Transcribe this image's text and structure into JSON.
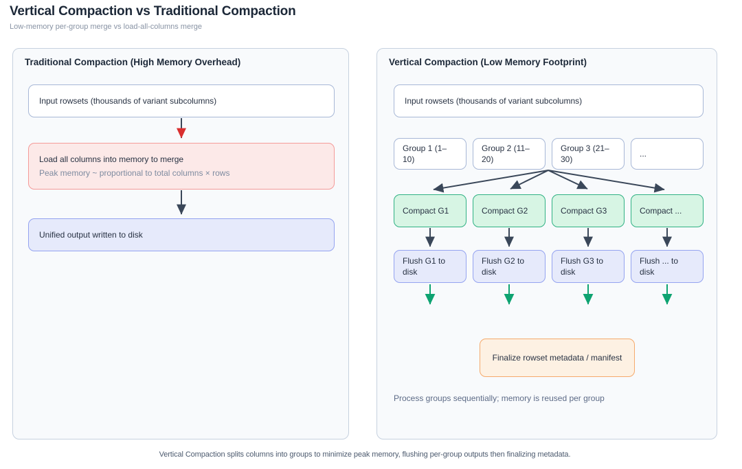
{
  "header": {
    "title": "Vertical Compaction vs Traditional Compaction",
    "subtitle": "Low-memory per-group merge vs load-all-columns merge"
  },
  "traditional": {
    "title": "Traditional Compaction (High Memory Overhead)",
    "input": "Input rowsets (thousands of variant subcolumns)",
    "load": {
      "title": "Load all columns into memory to merge",
      "subtitle": "Peak memory ~ proportional to total columns × rows"
    },
    "output": "Unified output written to disk"
  },
  "vertical": {
    "title": "Vertical Compaction (Low Memory Footprint)",
    "input": "Input rowsets (thousands of variant subcolumns)",
    "groups": [
      "Group 1 (1–10)",
      "Group 2 (11–20)",
      "Group 3 (21–30)",
      "..."
    ],
    "compacts": [
      "Compact G1",
      "Compact G2",
      "Compact G3",
      "Compact ..."
    ],
    "flushes": [
      "Flush G1 to disk",
      "Flush G2 to disk",
      "Flush G3 to disk",
      "Flush ... to disk"
    ],
    "finalize": "Finalize rowset metadata / manifest",
    "note": "Process groups sequentially; memory is reused per group"
  },
  "caption": "Vertical Compaction splits columns into groups to minimize peak memory, flushing per-group outputs then finalizing metadata.",
  "colors": {
    "panel_bg": "#f8fafc",
    "panel_border": "#c6d1df",
    "node_border_blue": "#a7b7d6",
    "danger_bg": "#fce9e8",
    "danger_border": "#f49a98",
    "success_bg": "#d7f5e4",
    "success_border": "#2fb183",
    "indigo_bg": "#e6eafb",
    "indigo_border": "#94a3f0",
    "warning_bg": "#fdf1e3",
    "warning_border": "#f5a96b",
    "arrow_dark": "#3a4759",
    "arrow_red": "#d92f2f",
    "arrow_green": "#0ea371",
    "text_dark": "#1c2838",
    "text_muted": "#8893a4"
  }
}
